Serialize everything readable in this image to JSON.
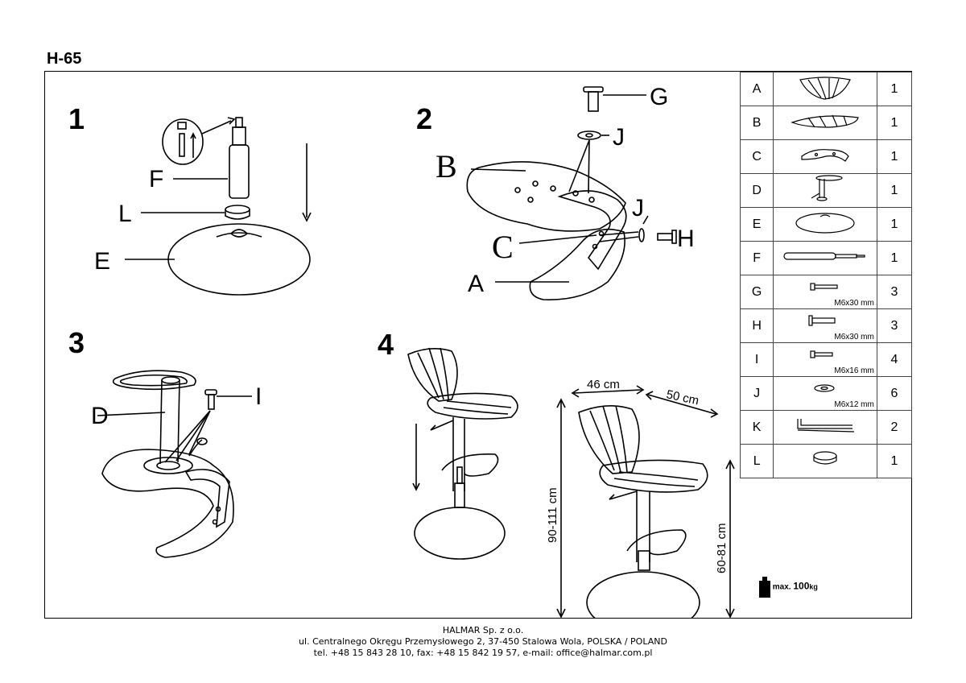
{
  "model": "H-65",
  "steps": [
    {
      "number": "1",
      "labels": [
        "F",
        "L",
        "E"
      ]
    },
    {
      "number": "2",
      "labels": [
        "G",
        "J",
        "B",
        "J",
        "C",
        "H",
        "A"
      ]
    },
    {
      "number": "3",
      "labels": [
        "D",
        "I"
      ]
    },
    {
      "number": "4",
      "dimensions": {
        "width": "46 cm",
        "depth": "50 cm",
        "total_height": "90-111 cm",
        "seat_height": "60-81 cm"
      }
    }
  ],
  "parts": [
    {
      "letter": "A",
      "qty": "1",
      "icon": "seat-shell-icon",
      "spec": ""
    },
    {
      "letter": "B",
      "qty": "1",
      "icon": "seat-cushion-icon",
      "spec": ""
    },
    {
      "letter": "C",
      "qty": "1",
      "icon": "bracket-icon",
      "spec": ""
    },
    {
      "letter": "D",
      "qty": "1",
      "icon": "footrest-column-icon",
      "spec": ""
    },
    {
      "letter": "E",
      "qty": "1",
      "icon": "base-disc-icon",
      "spec": ""
    },
    {
      "letter": "F",
      "qty": "1",
      "icon": "gas-lift-icon",
      "spec": ""
    },
    {
      "letter": "G",
      "qty": "3",
      "icon": "bolt-icon",
      "spec": "M6x30 mm"
    },
    {
      "letter": "H",
      "qty": "3",
      "icon": "bolt-icon",
      "spec": "M6x30 mm"
    },
    {
      "letter": "I",
      "qty": "4",
      "icon": "bolt-icon",
      "spec": "M6x16 mm"
    },
    {
      "letter": "J",
      "qty": "6",
      "icon": "washer-icon",
      "spec": "M6x12 mm"
    },
    {
      "letter": "K",
      "qty": "2",
      "icon": "allen-key-icon",
      "spec": ""
    },
    {
      "letter": "L",
      "qty": "1",
      "icon": "cap-ring-icon",
      "spec": ""
    }
  ],
  "max_load": {
    "label": "max.",
    "value": "100",
    "unit": "kg"
  },
  "footer": {
    "company": "HALMAR Sp. z o.o.",
    "address": "ul. Centralnego Okręgu Przemysłowego 2, 37-450 Stalowa Wola, POLSKA / POLAND",
    "contact": "tel. +48 15 843 28 10, fax: +48 15 842 19 57, e-mail: office@halmar.com.pl"
  }
}
